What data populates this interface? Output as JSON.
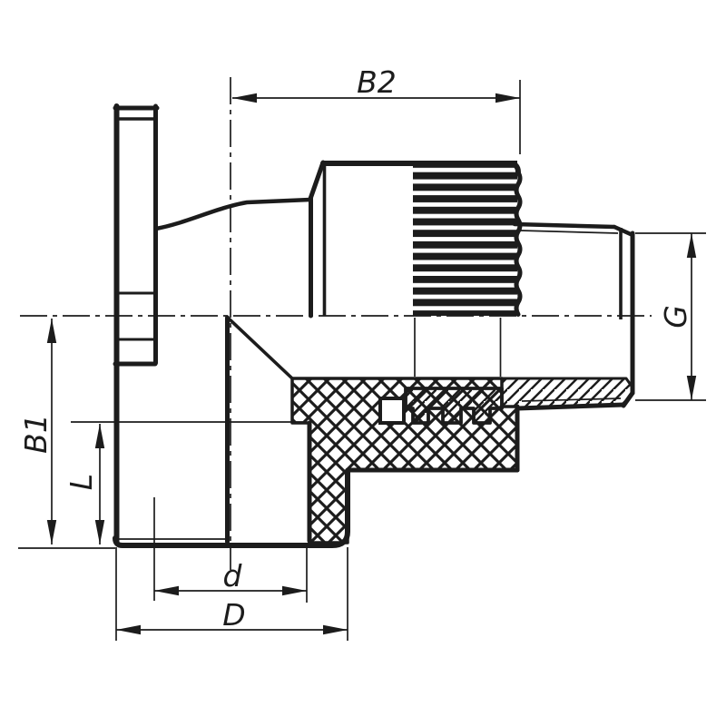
{
  "drawing": {
    "description": "sectioned-fitting-technical-drawing",
    "colors": {
      "ink": "#1c1c1c",
      "background": "#ffffff"
    },
    "dimensions": {
      "b2": "B2",
      "g": "G",
      "b1": "B1",
      "l": "L",
      "d_small": "d",
      "d_big": "D"
    }
  }
}
